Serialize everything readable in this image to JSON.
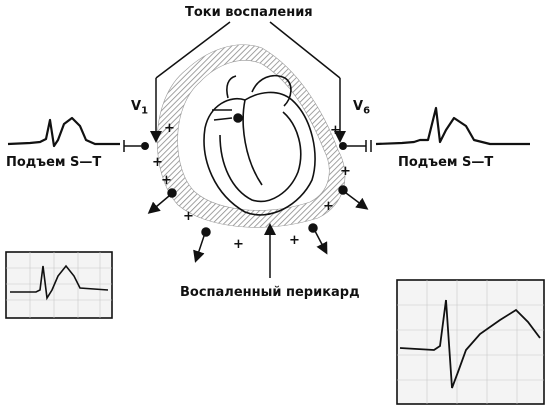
{
  "labels": {
    "top": "Токи воспаления",
    "bottom": "Воспаленный перикард",
    "st_left": "Подъем S—T",
    "st_right": "Подъем S—T"
  },
  "leads": {
    "left": {
      "letter": "V",
      "index": "1"
    },
    "right": {
      "letter": "V",
      "index": "6"
    }
  },
  "plus_signs": [
    "+",
    "+",
    "+",
    "+",
    "+",
    "+",
    "+",
    "+",
    "+"
  ],
  "colors": {
    "ink": "#111111",
    "paper": "#ffffff",
    "hatch": "#9a9a9a"
  }
}
